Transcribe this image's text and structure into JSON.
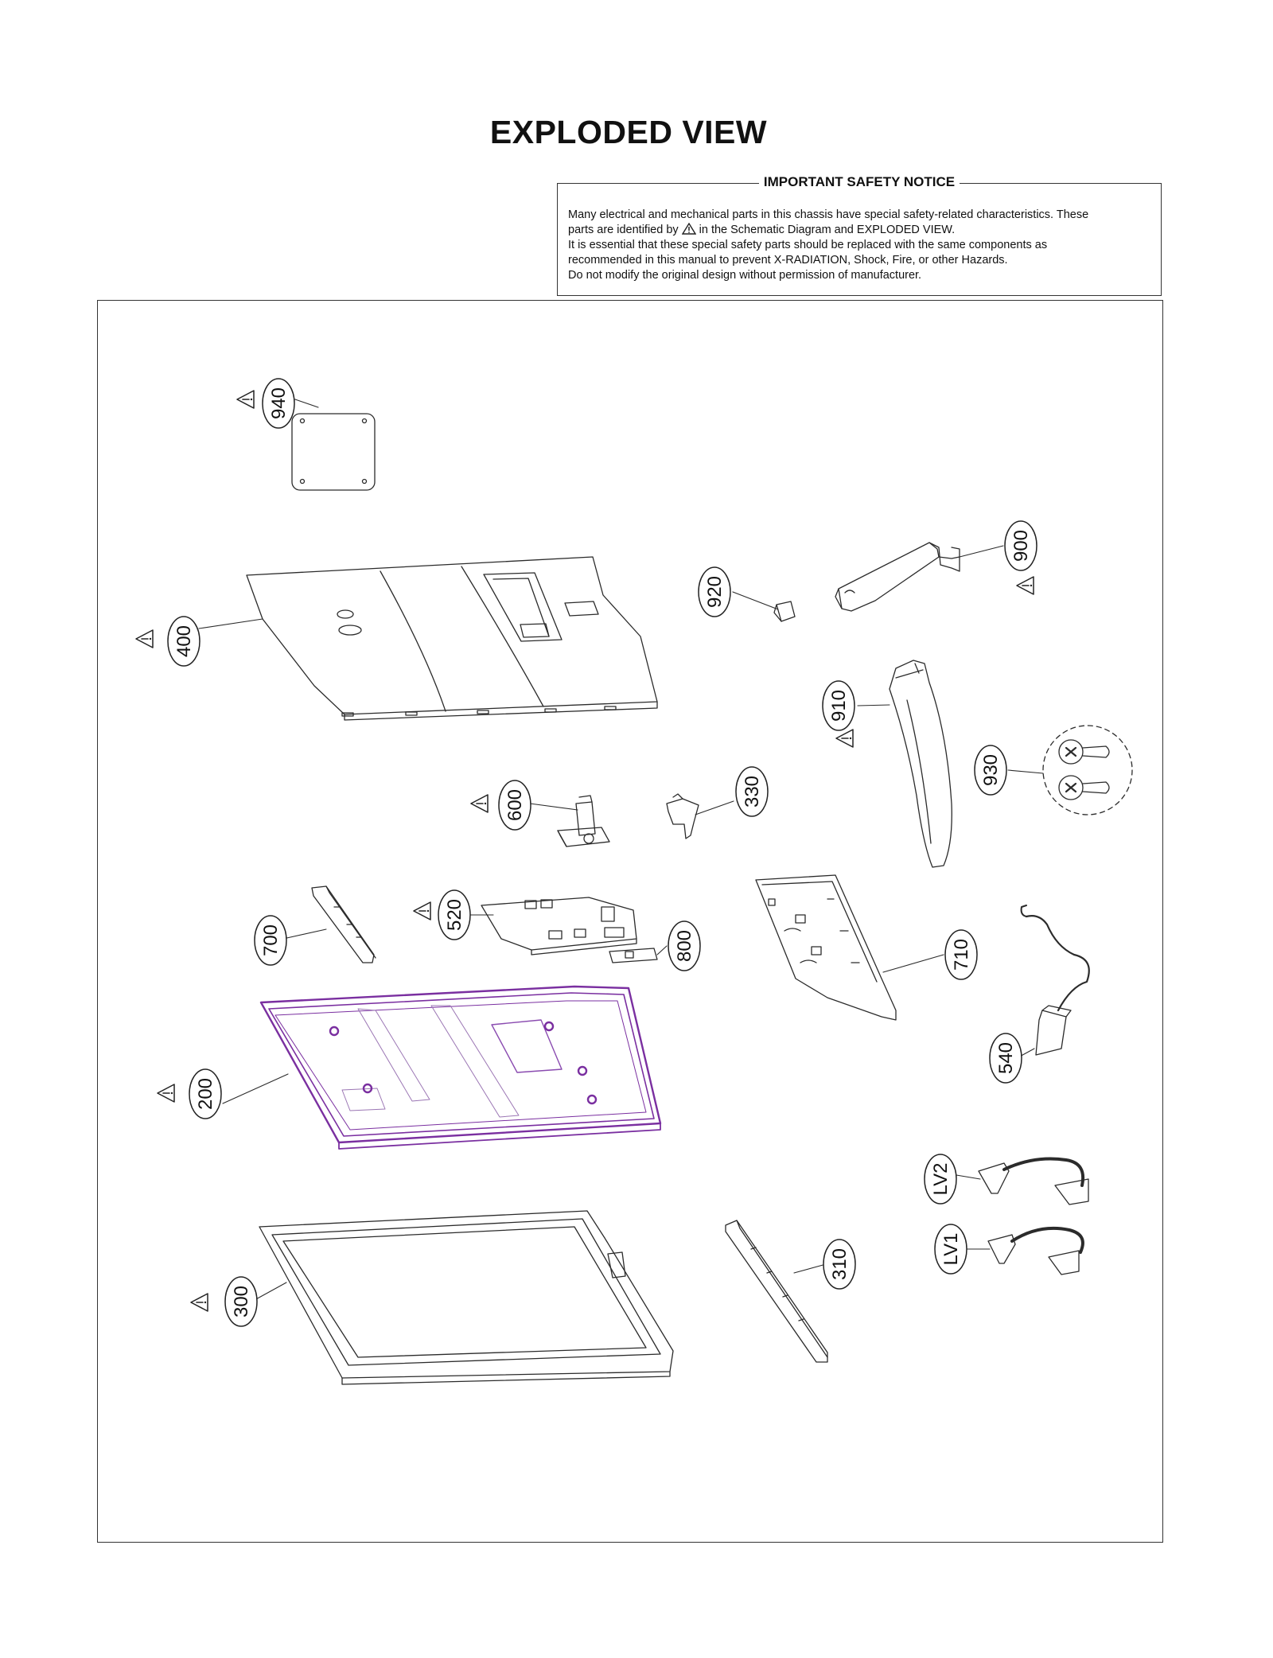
{
  "title": "EXPLODED VIEW",
  "notice": {
    "heading": "IMPORTANT SAFETY NOTICE",
    "line1": "Many electrical and mechanical parts in this chassis have special safety-related characteristics. These",
    "line2_before": "parts are identified by",
    "line2_after": "in the Schematic Diagram and EXPLODED VIEW.",
    "line3": "It is essential that these special safety parts should be replaced with the same components as",
    "line4": "recommended in this manual to prevent X-RADIATION, Shock, Fire, or other Hazards.",
    "line5": "Do not modify the original design without permission of manufacturer."
  },
  "parts": [
    {
      "id": "p940",
      "number": "940",
      "safety": true
    },
    {
      "id": "p400",
      "number": "400",
      "safety": true
    },
    {
      "id": "p920",
      "number": "920",
      "safety": false
    },
    {
      "id": "p900",
      "number": "900",
      "safety": true
    },
    {
      "id": "p910",
      "number": "910",
      "safety": true
    },
    {
      "id": "p930",
      "number": "930",
      "safety": false
    },
    {
      "id": "p600",
      "number": "600",
      "safety": true
    },
    {
      "id": "p330",
      "number": "330",
      "safety": false
    },
    {
      "id": "p520",
      "number": "520",
      "safety": true
    },
    {
      "id": "p700",
      "number": "700",
      "safety": false
    },
    {
      "id": "p800",
      "number": "800",
      "safety": false
    },
    {
      "id": "p710",
      "number": "710",
      "safety": false
    },
    {
      "id": "p540",
      "number": "540",
      "safety": false
    },
    {
      "id": "p200",
      "number": "200",
      "safety": true
    },
    {
      "id": "pLV2",
      "number": "LV2",
      "safety": false
    },
    {
      "id": "pLV1",
      "number": "LV1",
      "safety": false
    },
    {
      "id": "p300",
      "number": "300",
      "safety": true
    },
    {
      "id": "p310",
      "number": "310",
      "safety": false
    }
  ],
  "colors": {
    "line": "#2b2b2b",
    "highlight": "#7a2fa0",
    "highlight_light": "#c9a8dc"
  },
  "icons": {
    "safety_mark": "warning-triangle-icon"
  }
}
